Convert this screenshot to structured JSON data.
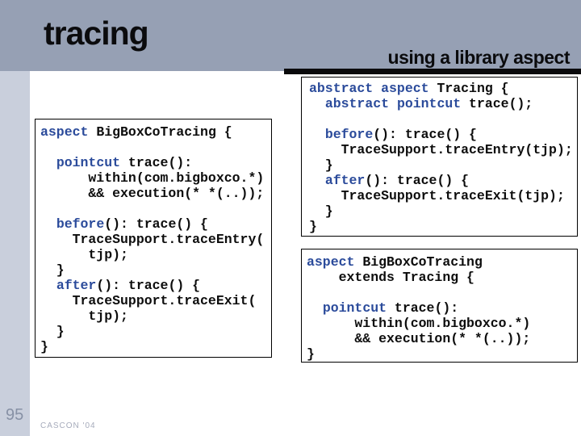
{
  "slide": {
    "title": "tracing",
    "subtitle": "using a library aspect"
  },
  "footer": {
    "page_number": "95",
    "conference_label": "CASCON '04"
  },
  "code_keywords": [
    "abstract",
    "aspect",
    "pointcut",
    "before",
    "after"
  ],
  "boxes": {
    "standalone_aspect": {
      "lines": [
        "aspect BigBoxCoTracing {",
        "",
        "  pointcut trace():",
        "      within(com.bigboxco.*)",
        "      && execution(* *(..));",
        "",
        "  before(): trace() {",
        "    TraceSupport.traceEntry(",
        "      tjp);",
        "  }",
        "  after(): trace() {",
        "    TraceSupport.traceExit(",
        "      tjp);",
        "  }",
        "}"
      ]
    },
    "abstract_library_aspect": {
      "lines": [
        "abstract aspect Tracing {",
        "  abstract pointcut trace();",
        "",
        "  before(): trace() {",
        "    TraceSupport.traceEntry(tjp);",
        "  }",
        "  after(): trace() {",
        "    TraceSupport.traceExit(tjp);",
        "  }",
        "}"
      ]
    },
    "concrete_extending_aspect": {
      "lines": [
        "aspect BigBoxCoTracing",
        "    extends Tracing {",
        "",
        "  pointcut trace():",
        "      within(com.bigboxco.*)",
        "      && execution(* *(..));",
        "}"
      ]
    }
  },
  "colors": {
    "header_background": "#96A0B4",
    "sidebar_background": "#C9CFDC",
    "keyword_blue": "#2B4B9B",
    "code_text": "#0D0D0D",
    "accent_bar": "#0A0A0C"
  }
}
